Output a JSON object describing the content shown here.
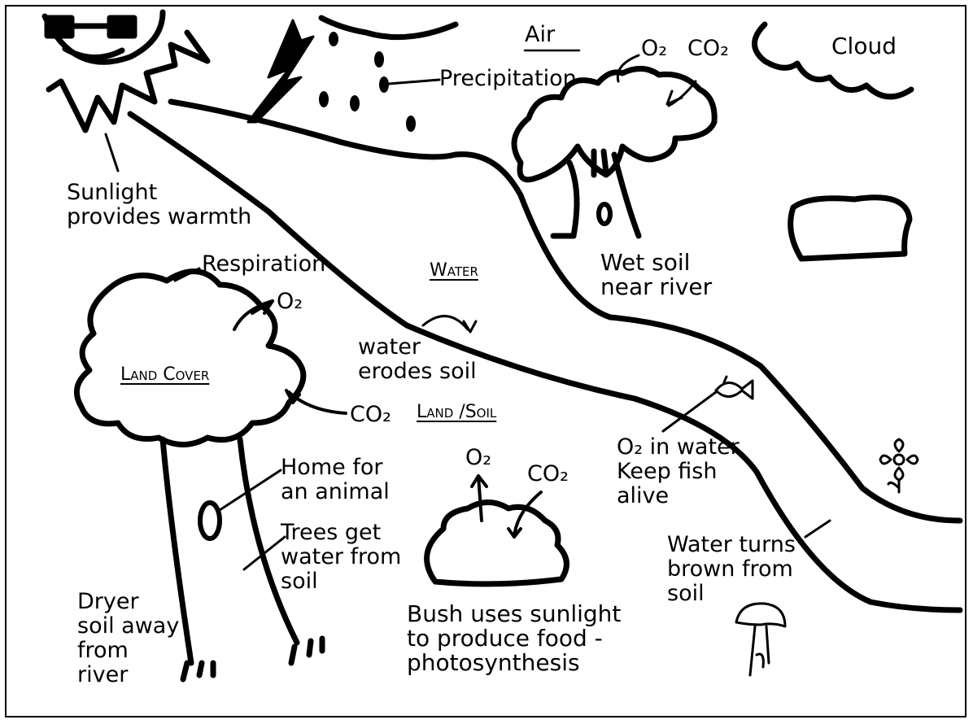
{
  "labels": {
    "air": "Air",
    "cloud": "Cloud",
    "precipitation": "Precipitation",
    "o2_top": "O₂",
    "co2_top": "CO₂",
    "sunlight": "Sunlight\nprovides warmth",
    "wet_soil": "Wet soil\nnear river",
    "respiration": "Respiration",
    "o2_tree": "O₂",
    "water_title": "Water",
    "water_erodes": "water\nerodes soil",
    "land_cover": "Land Cover",
    "co2_tree": "CO₂",
    "land_soil": "Land /Soil",
    "o2_bush": "O₂",
    "co2_bush": "CO₂",
    "home_animal": "Home for\nan animal",
    "o2_in_water": "O₂ in water\nKeep fish\nalive",
    "trees_get_water": "Trees get\nwater from\nsoil",
    "water_turns_brown": "Water turns\nbrown from\nsoil",
    "dryer_soil": "Dryer\nsoil away\nfrom\nriver",
    "bush_uses": "Bush uses sunlight\nto produce food -\nphotosynthesis"
  }
}
